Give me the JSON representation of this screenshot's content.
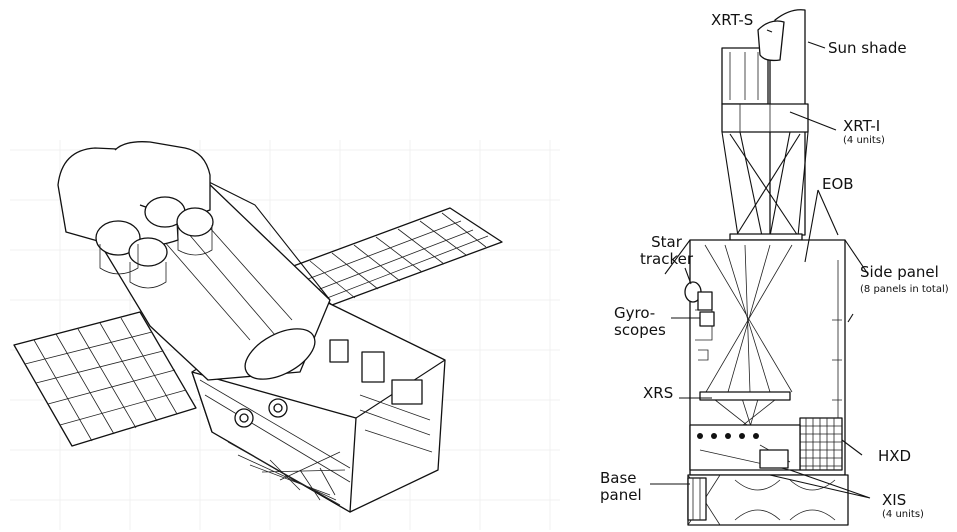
{
  "labels": {
    "xrt_s": "XRT-S",
    "sun_shade": "Sun shade",
    "xrt_i": "XRT-I",
    "xrt_i_note": "(4 units)",
    "eob": "EOB",
    "star_tracker_1": "Star",
    "star_tracker_2": "tracker",
    "side_panel": "Side panel",
    "side_panel_note": "(8 panels in total)",
    "gyro_1": "Gyro-",
    "gyro_2": "scopes",
    "xrs": "XRS",
    "hxd": "HXD",
    "base_panel_1": "Base",
    "base_panel_2": "panel",
    "xis": "XIS",
    "xis_note": "(4 units)"
  }
}
